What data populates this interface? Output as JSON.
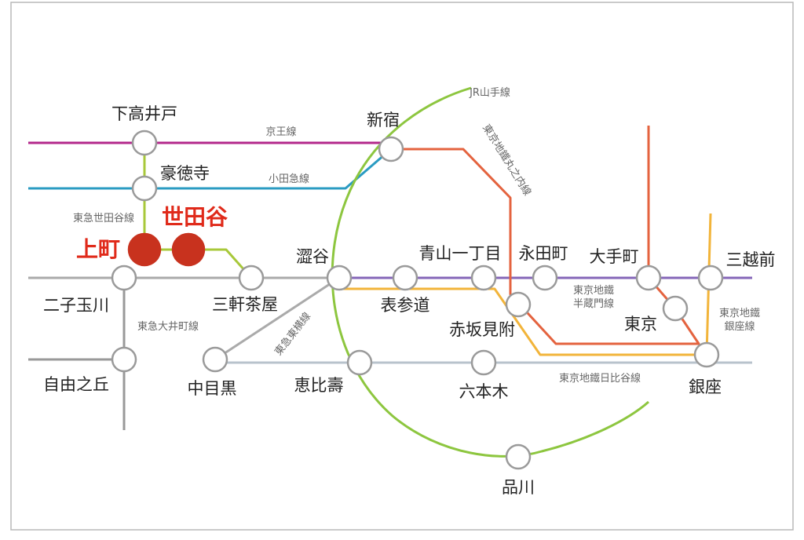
{
  "colors": {
    "keio": "#b3288b",
    "odakyu": "#2a9bc2",
    "setagaya": "#a8c83a",
    "oimachi": "#999999",
    "toyoko": "#aaaaaa",
    "hanzomon": "#8466b8",
    "marunouchi": "#e4633f",
    "ginza": "#f2b43a",
    "hibiya": "#b8c3cc",
    "yamanote": "#8dc63f",
    "station": "#9a9a9a",
    "highlight": "#c8321e",
    "highlight_text": "#e02a1a"
  },
  "lines": {
    "keio": "京王線",
    "odakyu": "小田急線",
    "setagaya": "東急世田谷線",
    "oimachi": "東急大井町線",
    "toyoko": "東急東横線",
    "yamanote": "JR山手線",
    "marunouchi": "東京地鐵丸之内線",
    "hanzomon": [
      "東京地鐵",
      "半蔵門線"
    ],
    "ginza": [
      "東京地鐵",
      "銀座線"
    ],
    "hibiya": "東京地鐵日比谷線"
  },
  "stations": {
    "shimotakaido": "下高井戸",
    "gotokuji": "豪徳寺",
    "kamimachi": "上町",
    "setagaya": "世田谷",
    "futakotamagawa": "二子玉川",
    "sangenjaya": "三軒茶屋",
    "jiyugaoka": "自由之丘",
    "nakameguro": "中目黒",
    "shibuya": "澀谷",
    "ebisu": "恵比壽",
    "shinjuku": "新宿",
    "omotesando": "表参道",
    "aoyamaitchome": "青山一丁目",
    "nagatacho": "永田町",
    "akasakamitsuke": "赤坂見附",
    "roppongi": "六本木",
    "otemachi": "大手町",
    "tokyo": "東京",
    "mitsukoshimae": "三越前",
    "ginza": "銀座",
    "shinagawa": "品川"
  }
}
